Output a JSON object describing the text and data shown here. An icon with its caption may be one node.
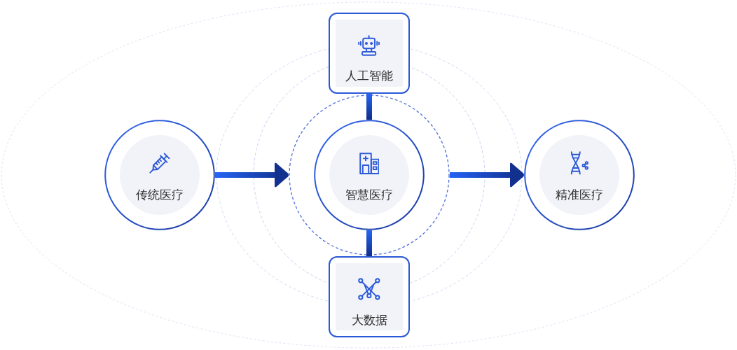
{
  "diagram": {
    "nodes": [
      {
        "text": [
          "人工智能"
        ]
      },
      {
        "text": [
          "传统医疗"
        ]
      },
      {
        "text": [],
        "shape": "circle"
      },
      {
        "text": [
          "智慧医疗"
        ],
        "in": 2
      },
      {
        "text": [
          "精准医疗"
        ]
      },
      {
        "text": [
          "大数据"
        ]
      }
    ],
    "edges": [
      {
        "from": 1,
        "to": 2,
        "arrow": "to"
      },
      {
        "from": 0,
        "to": 3,
        "arrow": "none"
      },
      {
        "from": 5,
        "to": 3,
        "arrow": "none"
      },
      {
        "from": 2,
        "to": 4,
        "arrow": "to"
      }
    ]
  }
}
